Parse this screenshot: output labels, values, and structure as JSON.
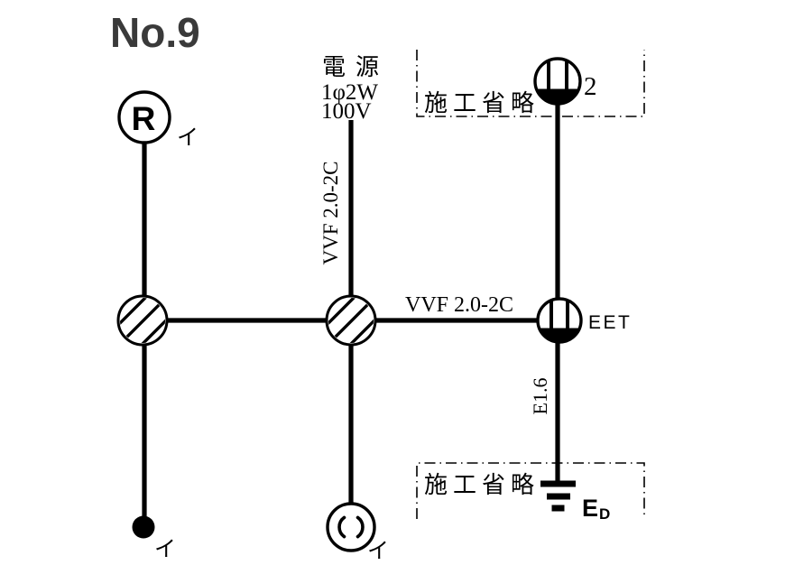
{
  "title": "No.9",
  "colors": {
    "ink": "#000000",
    "title_ink": "#3a3a3a"
  },
  "power_source": {
    "line1": "電源",
    "line2": "1φ2W",
    "line3": "100V"
  },
  "cables": {
    "vertical_feed": "VVF 2.0-2C",
    "horizontal_run": "VVF 2.0-2C",
    "earth_wire": "E1.6"
  },
  "regions": {
    "top": {
      "label": "施工省略"
    },
    "bottom": {
      "label": "施工省略"
    }
  },
  "devices": {
    "lamp_receptacle": {
      "letter": "R",
      "circuit_mark": "イ"
    },
    "switch": {
      "circuit_mark": "イ"
    },
    "ceiling_rosette": {
      "circuit_mark": "イ"
    },
    "outlet_top": {
      "count_label": "2"
    },
    "outlet_eet": {
      "label": "EET"
    },
    "earth_electrode": {
      "label_main": "E",
      "label_sub": "D"
    }
  }
}
